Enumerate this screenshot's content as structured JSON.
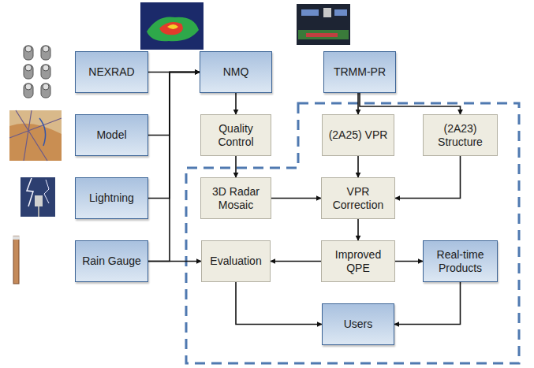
{
  "diagram": {
    "nodes": [
      {
        "text": [
          "NEXRAD"
        ]
      },
      {
        "text": [
          "NMQ"
        ]
      },
      {
        "text": [
          "TRMM-PR"
        ]
      },
      {
        "text": [
          "Model"
        ]
      },
      {
        "text": [
          "Quality Control"
        ]
      },
      {
        "text": [
          "(2A25) VPR"
        ]
      },
      {
        "text": [
          "(2A23) Structure"
        ]
      },
      {
        "text": [
          "Lightning"
        ]
      },
      {
        "text": [
          "3D Radar Mosaic"
        ]
      },
      {
        "text": [
          "VPR Correction"
        ]
      },
      {
        "text": [
          "Rain Gauge"
        ]
      },
      {
        "text": [
          "Evaluation"
        ]
      },
      {
        "text": [
          "Improved QPE"
        ]
      },
      {
        "text": [
          "Real-time Products"
        ]
      },
      {
        "text": [
          "Users"
        ]
      }
    ],
    "edges": [
      {
        "from": 0,
        "to": 1,
        "arrow": "to"
      },
      {
        "from": 3,
        "to": 1,
        "arrow": "to"
      },
      {
        "from": 7,
        "to": 1,
        "arrow": "to"
      },
      {
        "from": 10,
        "to": 1,
        "arrow": "to"
      },
      {
        "from": 10,
        "to": 11,
        "arrow": "to"
      },
      {
        "from": 1,
        "to": 4,
        "arrow": "to"
      },
      {
        "from": 4,
        "to": 8,
        "arrow": "to"
      },
      {
        "from": 2,
        "to": 5,
        "arrow": "to"
      },
      {
        "from": 2,
        "to": 6,
        "arrow": "to"
      },
      {
        "from": 5,
        "to": 9,
        "arrow": "to"
      },
      {
        "from": 6,
        "to": 9,
        "arrow": "to"
      },
      {
        "from": 8,
        "to": 9,
        "arrow": "to"
      },
      {
        "from": 9,
        "to": 12,
        "arrow": "to"
      },
      {
        "from": 12,
        "to": 11,
        "arrow": "to"
      },
      {
        "from": 12,
        "to": 13,
        "arrow": "to"
      },
      {
        "from": 11,
        "to": 14,
        "arrow": "to"
      },
      {
        "from": 13,
        "to": 14,
        "arrow": "to"
      }
    ]
  }
}
